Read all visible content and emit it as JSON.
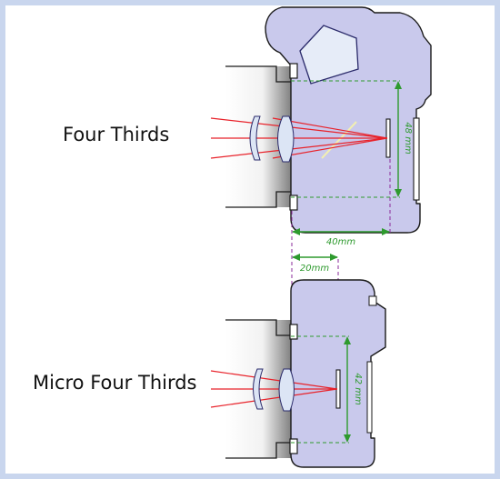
{
  "labels": {
    "four_thirds": "Four Thirds",
    "micro_four_thirds": "Micro Four Thirds"
  },
  "dimensions": {
    "ft_height": "48 mm",
    "ft_flange": "40mm",
    "mft_flange": "20mm",
    "mft_height": "42 mm"
  },
  "colors": {
    "body": "#c9c9ec",
    "body_stroke": "#1a1a1a",
    "ray": "#e8222a",
    "dimension": "#2e9a2e",
    "guide": "#8a2a9a",
    "lens_fill": "#dce5f5",
    "prism": "#e6ecf8",
    "mount_gradient_start": "#7a7a7a",
    "mount_gradient_end": "#ffffff"
  },
  "icons": [
    "lens-element-icon",
    "pentaprism-icon",
    "mirror-icon",
    "sensor-icon"
  ]
}
